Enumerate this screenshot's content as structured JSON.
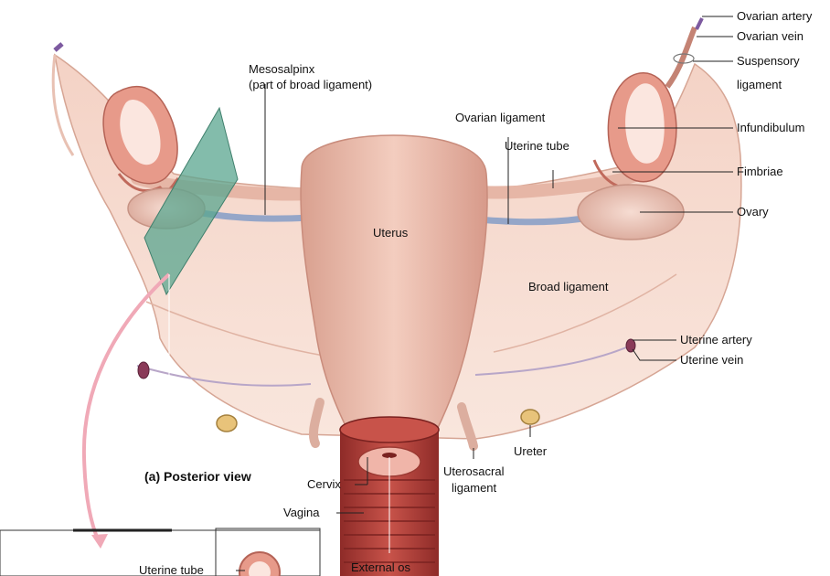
{
  "figure": {
    "panel_caption": "(a) Posterior view",
    "colors": {
      "tissue": "#f2c3b4",
      "tissue_dark": "#d98f7d",
      "broad_ligament": "#f7dcd0",
      "uterus": "#ecb8a8",
      "muscle": "#b8413b",
      "vessel_blue": "#7d8fb8",
      "plane": "#5aa58f",
      "ureter": "#e8c37a"
    }
  },
  "labels": {
    "ovarian_artery": "Ovarian artery",
    "ovarian_vein": "Ovarian vein",
    "suspensory_1": "Suspensory",
    "suspensory_2": "ligament",
    "infundibulum": "Infundibulum",
    "fimbriae": "Fimbriae",
    "ovary": "Ovary",
    "mesosalpinx_1": "Mesosalpinx",
    "mesosalpinx_2": "(part of broad ligament)",
    "ovarian_ligament": "Ovarian ligament",
    "uterine_tube": "Uterine tube",
    "uterus": "Uterus",
    "broad_ligament": "Broad ligament",
    "uterine_artery": "Uterine artery",
    "uterine_vein": "Uterine vein",
    "ureter": "Ureter",
    "uterosacral_1": "Uterosacral",
    "uterosacral_2": "ligament",
    "cervix": "Cervix",
    "vagina": "Vagina",
    "external_os": "External os",
    "inset_uterine_tube": "Uterine tube"
  }
}
